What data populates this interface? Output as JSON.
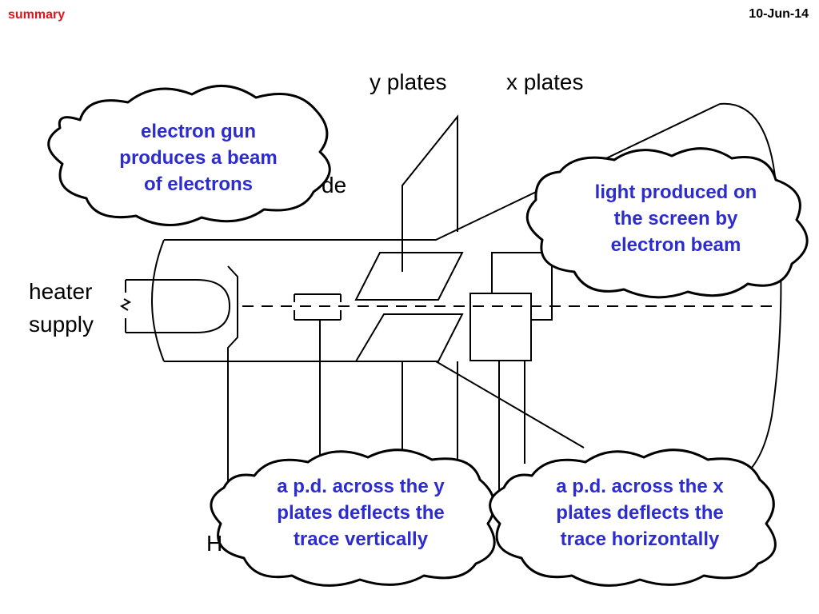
{
  "header": {
    "title": "summary",
    "date": "10-Jun-14",
    "title_color": "#e0141a"
  },
  "labels": {
    "y_plates": "y plates",
    "x_plates": "x plates",
    "heater_line1": "heater",
    "heater_line2": "supply",
    "hidden_anode_fragment": "de",
    "hidden_bottom_fragment": "H"
  },
  "callouts": {
    "electron_gun": [
      "electron gun",
      "produces a beam",
      "of electrons"
    ],
    "screen_light": [
      "light produced on",
      "the screen by",
      "electron beam"
    ],
    "y_plates_pd": [
      "a p.d. across the y",
      "plates deflects the",
      "trace vertically"
    ],
    "x_plates_pd": [
      "a p.d. across the x",
      "plates deflects the",
      "trace horizontally"
    ]
  },
  "colors": {
    "callout_text": "#2c2ccf",
    "outline": "#000000"
  }
}
